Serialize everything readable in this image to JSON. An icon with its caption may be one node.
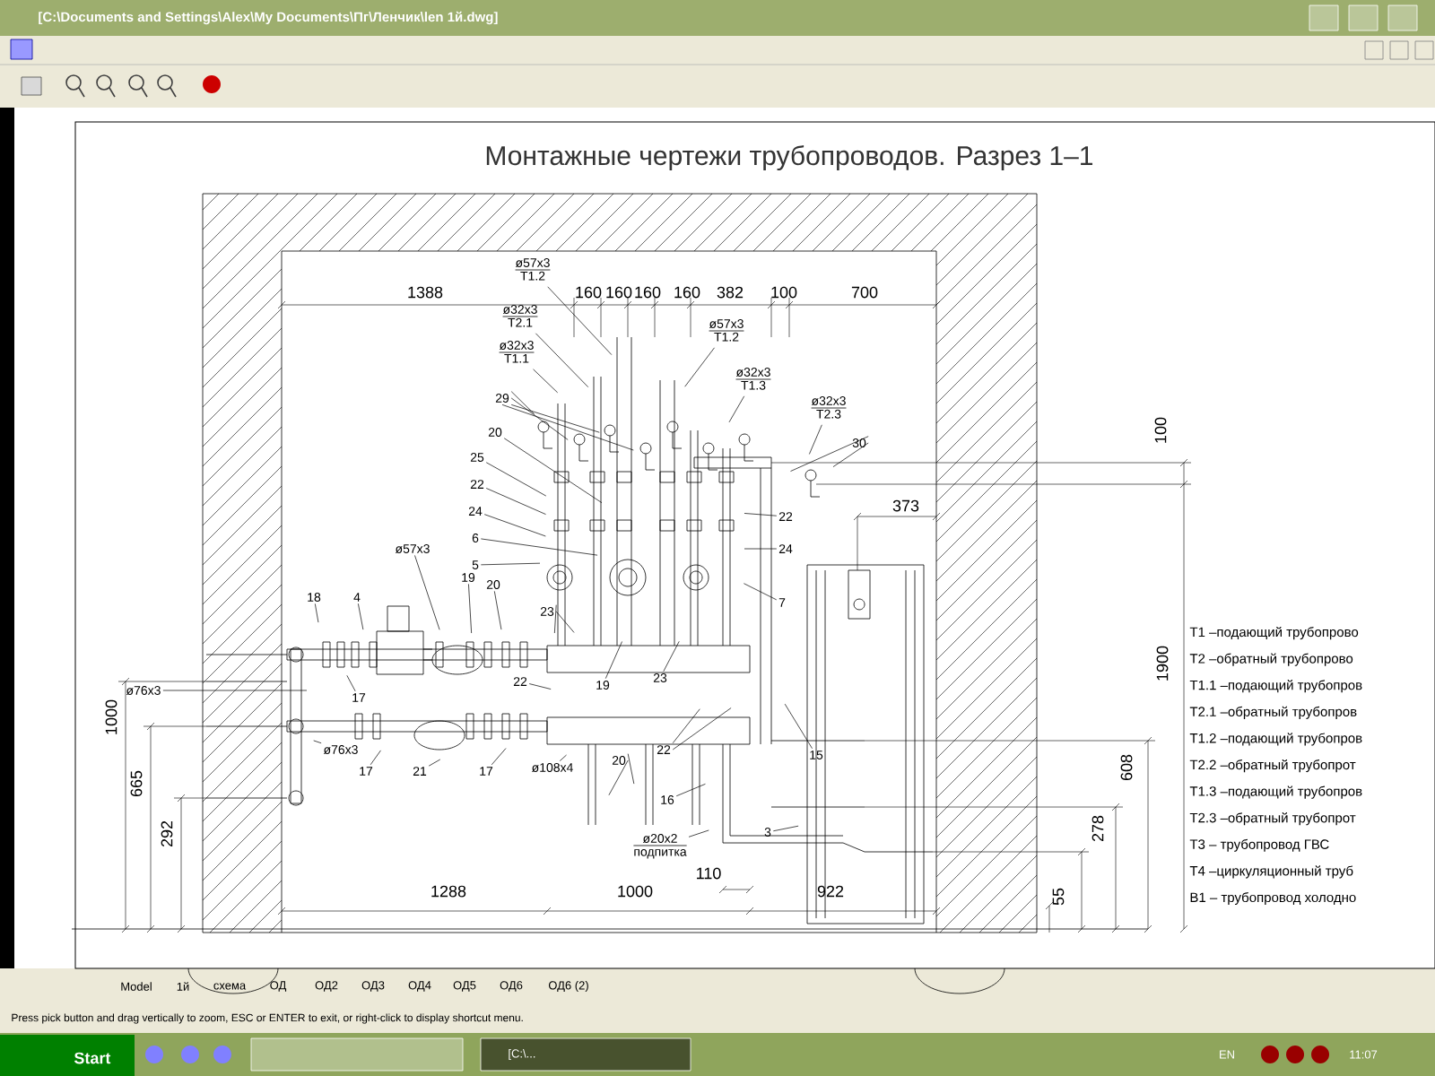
{
  "diagram": {
    "title": "Монтажные чертежи трубопроводов. Разрез 1–1",
    "nodes": [
      {
        "text": [
          "ø57x3",
          "T1.2"
        ]
      },
      {
        "text": [
          "ø32x3",
          "T2.1"
        ]
      },
      {
        "text": [
          "ø32x3",
          "T1.1"
        ]
      },
      {
        "text": [
          "29"
        ]
      },
      {
        "text": [
          "20"
        ]
      },
      {
        "text": [
          "25"
        ]
      },
      {
        "text": [
          "22"
        ]
      },
      {
        "text": [
          "24"
        ]
      },
      {
        "text": [
          "6"
        ]
      },
      {
        "text": [
          "5"
        ]
      },
      {
        "text": [
          "ø57x3",
          "T1.2"
        ]
      },
      {
        "text": [
          "ø32x3",
          "T1.3"
        ]
      },
      {
        "text": [
          "ø32x3",
          "T2.3"
        ]
      },
      {
        "text": [
          "30"
        ]
      },
      {
        "text": [
          "22"
        ]
      },
      {
        "text": [
          "24"
        ]
      },
      {
        "text": [
          "7"
        ]
      },
      {
        "text": [
          "18"
        ]
      },
      {
        "text": [
          "4"
        ]
      },
      {
        "text": [
          "ø57x3"
        ]
      },
      {
        "text": [
          "19"
        ]
      },
      {
        "text": [
          "20"
        ]
      },
      {
        "text": [
          "23"
        ]
      },
      {
        "text": [
          "22"
        ]
      },
      {
        "text": [
          "17"
        ]
      },
      {
        "text": [
          "ø76x3"
        ]
      },
      {
        "text": [
          "ø76x3"
        ]
      },
      {
        "text": [
          "17"
        ]
      },
      {
        "text": [
          "21"
        ]
      },
      {
        "text": [
          "17"
        ]
      },
      {
        "text": [
          "ø108x4"
        ]
      },
      {
        "text": [
          "19"
        ]
      },
      {
        "text": [
          "20"
        ]
      },
      {
        "text": [
          "23"
        ]
      },
      {
        "text": [
          "22"
        ]
      },
      {
        "text": [
          "16"
        ]
      },
      {
        "text": [
          "ø20x2",
          "подпитка"
        ]
      },
      {
        "text": [
          "15"
        ]
      },
      {
        "text": [
          "3"
        ]
      }
    ],
    "edges": [
      {
        "from": 0,
        "to": null,
        "arrow": "none"
      },
      {
        "from": 1,
        "to": null,
        "arrow": "none"
      },
      {
        "from": 2,
        "to": null,
        "arrow": "none"
      },
      {
        "from": 3,
        "to": null,
        "arrow": "none"
      },
      {
        "from": 3,
        "to": null,
        "arrow": "none"
      },
      {
        "from": 3,
        "to": null,
        "arrow": "none"
      },
      {
        "from": 3,
        "to": null,
        "arrow": "none"
      },
      {
        "from": 4,
        "to": null,
        "arrow": "none"
      },
      {
        "from": 5,
        "to": null,
        "arrow": "none"
      },
      {
        "from": 6,
        "to": null,
        "arrow": "none"
      },
      {
        "from": 7,
        "to": null,
        "arrow": "none"
      },
      {
        "from": 8,
        "to": null,
        "arrow": "none"
      },
      {
        "from": 9,
        "to": null,
        "arrow": "none"
      },
      {
        "from": 10,
        "to": null,
        "arrow": "none"
      },
      {
        "from": 11,
        "to": null,
        "arrow": "none"
      },
      {
        "from": 12,
        "to": null,
        "arrow": "none"
      },
      {
        "from": 13,
        "to": null,
        "arrow": "none"
      },
      {
        "from": 13,
        "to": null,
        "arrow": "none"
      },
      {
        "from": 14,
        "to": null,
        "arrow": "none"
      },
      {
        "from": 15,
        "to": null,
        "arrow": "none"
      },
      {
        "from": 16,
        "to": null,
        "arrow": "none"
      },
      {
        "from": 17,
        "to": null,
        "arrow": "none"
      },
      {
        "from": 18,
        "to": null,
        "arrow": "none"
      },
      {
        "from": 19,
        "to": null,
        "arrow": "none"
      },
      {
        "from": 20,
        "to": null,
        "arrow": "none"
      },
      {
        "from": 21,
        "to": null,
        "arrow": "none"
      },
      {
        "from": 22,
        "to": null,
        "arrow": "none"
      },
      {
        "from": 22,
        "to": null,
        "arrow": "none"
      },
      {
        "from": 23,
        "to": null,
        "arrow": "none"
      },
      {
        "from": 24,
        "to": null,
        "arrow": "none"
      },
      {
        "from": 25,
        "to": null,
        "arrow": "none"
      },
      {
        "from": 26,
        "to": null,
        "arrow": "none"
      },
      {
        "from": 27,
        "to": null,
        "arrow": "none"
      },
      {
        "from": 28,
        "to": null,
        "arrow": "none"
      },
      {
        "from": 29,
        "to": null,
        "arrow": "none"
      },
      {
        "from": 30,
        "to": null,
        "arrow": "none"
      },
      {
        "from": 31,
        "to": null,
        "arrow": "none"
      },
      {
        "from": 32,
        "to": null,
        "arrow": "none"
      },
      {
        "from": 32,
        "to": null,
        "arrow": "none"
      },
      {
        "from": 33,
        "to": null,
        "arrow": "none"
      },
      {
        "from": 34,
        "to": null,
        "arrow": "none"
      },
      {
        "from": 34,
        "to": null,
        "arrow": "none"
      },
      {
        "from": 35,
        "to": null,
        "arrow": "none"
      },
      {
        "from": 36,
        "to": null,
        "arrow": "none"
      },
      {
        "from": 37,
        "to": null,
        "arrow": "none"
      },
      {
        "from": 38,
        "to": null,
        "arrow": "none"
      }
    ],
    "labels": [
      "[C:\\Documents and Settings\\Alex\\My Documents\\Пг\\Ленчик\\len 1й.dwg]",
      "1388",
      "160",
      "160",
      "160",
      "160",
      "382",
      "100",
      "700",
      "100",
      "373",
      "1900",
      "608",
      "278",
      "55",
      "1000",
      "665",
      "292",
      "1288",
      "1000",
      "922",
      "110",
      "Т1 –подающий трубопрово",
      "Т2 –обратный трубопрово",
      "Т1.1 –подающий трубопров",
      "Т2.1 –обратный трубопров",
      "Т1.2 –подающий трубопров",
      "Т2.2 –обратный трубопрот",
      "Т1.3 –подающий трубопров",
      "Т2.3 –обратный трубопрот",
      "Т3 – трубопровод ГВС",
      "Т4 –циркуляционный труб",
      "В1 – трубопровод холодно",
      "Model",
      "1й",
      "схема",
      "ОД",
      "ОД2",
      "ОД3",
      "ОД4",
      "ОД5",
      "ОД6",
      "ОД6 (2)",
      "Press pick button and drag vertically to zoom, ESC or ENTER to exit, or right-click to display shortcut menu.",
      "Start",
      "[C:\\...",
      "EN",
      "11:07"
    ]
  }
}
